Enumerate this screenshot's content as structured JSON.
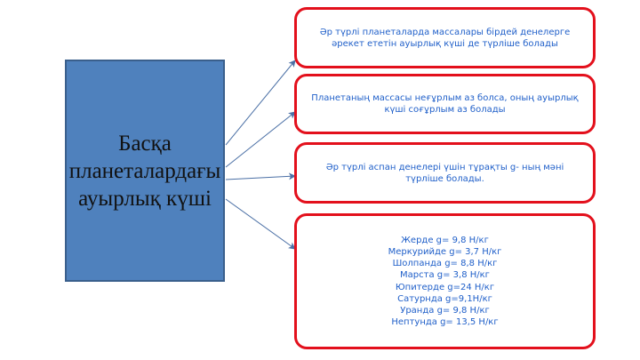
{
  "main": {
    "title": "Басқа планеталардағы ауырлық күші",
    "color": "#4f81bd"
  },
  "boxes": [
    {
      "text": "Әр түрлі планеталарда массалары бірдей денелерге әрекет ететін ауырлық күші де түрліше болады"
    },
    {
      "text": "Планетаның массасы неғұрлым аз болса, оның ауырлық күші соғұрлым аз болады"
    },
    {
      "text": "Әр түрлі аспан денелері үшін тұрақты g- ның мәні түрліше болады."
    },
    {
      "lines": [
        "Жерде g= 9,8 Н/кг",
        "Меркурийде g= 3,7 Н/кг",
        "Шолпанда g= 8,8 Н/кг",
        "Марста g= 3,8 Н/кг",
        "Юпитерде g=24 Н/кг",
        "Сатурнда g=9,1Н/кг",
        "Уранда g= 9,8 Н/кг",
        "Нептунда g= 13,5 Н/кг"
      ]
    }
  ],
  "colors": {
    "border": "#e3101c",
    "text": "#1f5fc9",
    "arrow": "#4a6fa5"
  }
}
